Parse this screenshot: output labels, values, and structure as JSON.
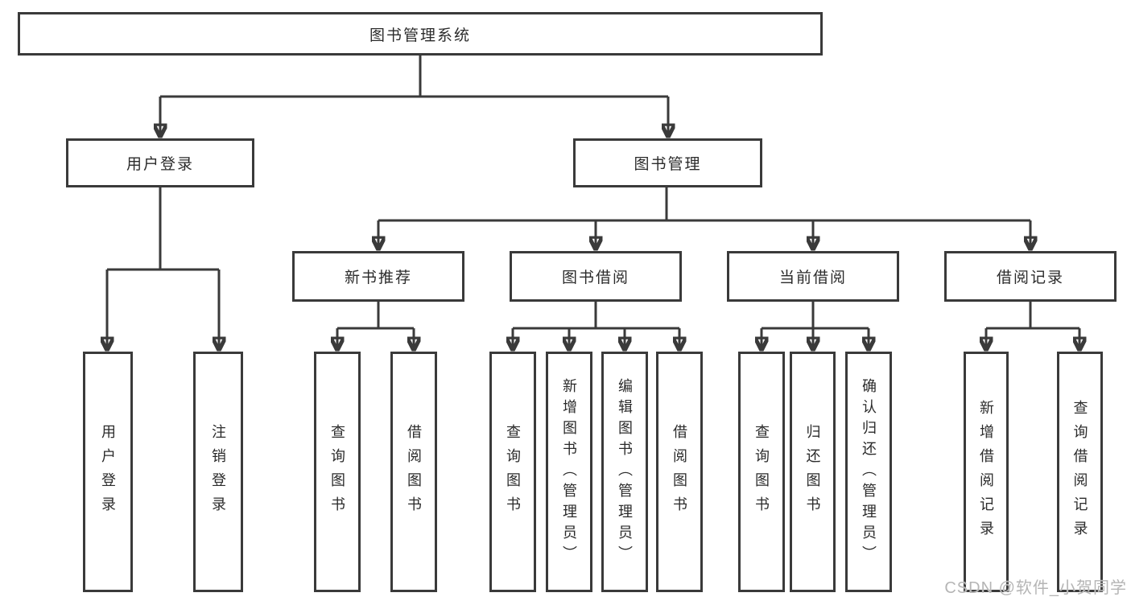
{
  "nodes": {
    "root": "图书管理系统",
    "user_login": "用户登录",
    "book_management": "图书管理",
    "new_book_recommend": "新书推荐",
    "book_borrow": "图书借阅",
    "current_borrow": "当前借阅",
    "borrow_record": "借阅记录",
    "ul_user_login": "用户登录",
    "ul_logout": "注销登录",
    "nb_query_book": "查询图书",
    "nb_borrow_book": "借阅图书",
    "bb_query_book": "查询图书",
    "bb_add_book": "新增图书（管理员）",
    "bb_edit_book": "编辑图书（管理员）",
    "bb_borrow_book": "借阅图书",
    "cb_query_book": "查询图书",
    "cb_return_book": "归还图书",
    "cb_confirm_return": "确认归还（管理员）",
    "br_add_record": "新增借阅记录",
    "br_query_record": "查询借阅记录"
  },
  "watermark": "CSDN @软件_小贺同学",
  "colors": {
    "line": "#3a3a3a",
    "text": "#2b2b2b",
    "watermark": "#b5b5b5",
    "background": "#ffffff"
  }
}
